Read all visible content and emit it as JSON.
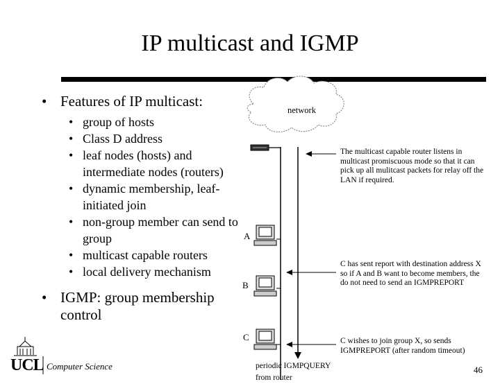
{
  "slide": {
    "title": "IP multicast and IGMP",
    "page_number": "46",
    "footer": "Computer Science",
    "logo_text": "UCL"
  },
  "bullets": {
    "features_heading": "Features of IP multicast:",
    "features": [
      "group of hosts",
      "Class D address",
      "leaf nodes (hosts) and intermediate nodes (routers)",
      "dynamic membership, leaf-initiated join",
      "non-group member can send to group",
      "multicast capable routers",
      "local delivery mechanism"
    ],
    "igmp_heading": "IGMP: group membership control"
  },
  "diagram": {
    "cloud_label": "network",
    "host_labels": [
      "A",
      "B",
      "C"
    ],
    "bottom_label": "periodic IGMPQUERY from router",
    "notes": [
      "The multicast capable router listens in multicast promiscuous mode so that it can pick up all mulitcast packets for relay off the LAN if required.",
      "C has sent report with destination address X so if A and B want to become members, the do not need to send an IGMPREPORT",
      "C wishes to join group X, so sends IGMPREPORT (after random timeout)"
    ]
  }
}
